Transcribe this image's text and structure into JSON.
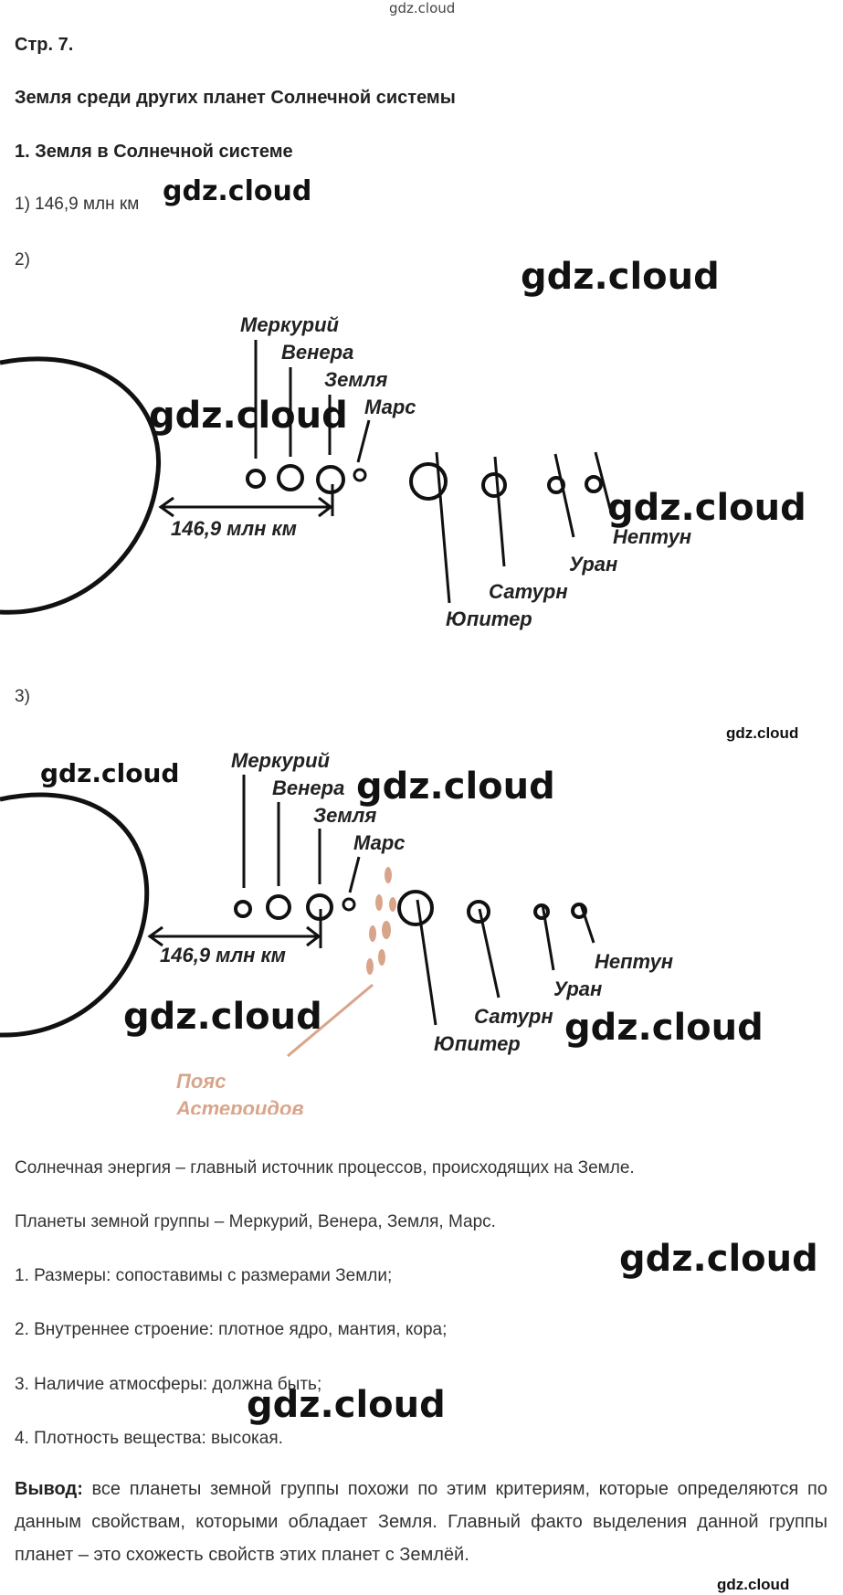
{
  "watermark": "gdz.cloud",
  "page_label": "Стр. 7.",
  "title": "Земля среди других планет Солнечной системы",
  "section1_heading": "1. Земля в Солнечной системе",
  "answer1": "1) 146,9 млн км",
  "answer2_label": "2)",
  "answer3_label": "3)",
  "diagram": {
    "distance_label": "146,9 млн км",
    "planets": {
      "mercury": "Меркурий",
      "venus": "Венера",
      "earth": "Земля",
      "mars": "Марс",
      "jupiter": "Юпитер",
      "saturn": "Сатурн",
      "uranus": "Уран",
      "neptune": "Нептун"
    },
    "asteroid_belt_line1": "Пояс",
    "asteroid_belt_line2": "Астероидов",
    "asteroid_color": "#d9a58a"
  },
  "solar_energy": "Солнечная энергия – главный источник процессов, происходящих на Земле.",
  "terrestrial": "Планеты земной группы – Меркурий, Венера, Земля, Марс.",
  "criteria": [
    "1. Размеры: сопоставимы с размерами Земли;",
    "2. Внутреннее строение: плотное ядро, мантия, кора;",
    "3. Наличие атмосферы: должна быть;",
    "4. Плотность вещества: высокая."
  ],
  "conclusion_label": "Вывод:",
  "conclusion_text": " все планеты земной группы похожи по этим критериям, которые определяются по данным свойствам, которыми обладает Земля. Главный факто выделения данной группы планет – это схожесть свойств этих планет с Землёй."
}
